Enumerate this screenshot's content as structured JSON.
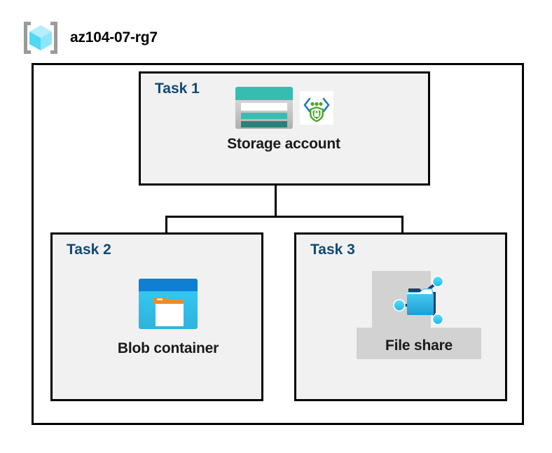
{
  "resource_group": {
    "title": "az104-07-rg7",
    "icon": "resource-group-cube-icon"
  },
  "tasks": [
    {
      "label": "Task 1",
      "node": {
        "caption": "Storage account",
        "icons": [
          "storage-account-icon",
          "secure-private-endpoint-icon"
        ]
      }
    },
    {
      "label": "Task 2",
      "node": {
        "caption": "Blob container",
        "icons": [
          "blob-container-icon"
        ]
      }
    },
    {
      "label": "Task 3",
      "node": {
        "caption": "File share",
        "icons": [
          "file-share-icon"
        ]
      }
    }
  ],
  "colors": {
    "task_label": "#104A73",
    "box_fill": "#f1f1f1",
    "box_border": "#000000",
    "highlight_plate": "#d2d2d2",
    "storage_teal": "#37BDB0",
    "storage_teal_dark": "#2E8079",
    "blob_blue": "#0F7FD4",
    "blob_cyan": "#32C8F0",
    "blob_orange": "#F08B28",
    "fileshare_blue": "#32BCE8",
    "shield_green": "#4FA72B",
    "cube_cyan": "#7BE3FA",
    "bracket_grey": "#9B9B9B"
  }
}
